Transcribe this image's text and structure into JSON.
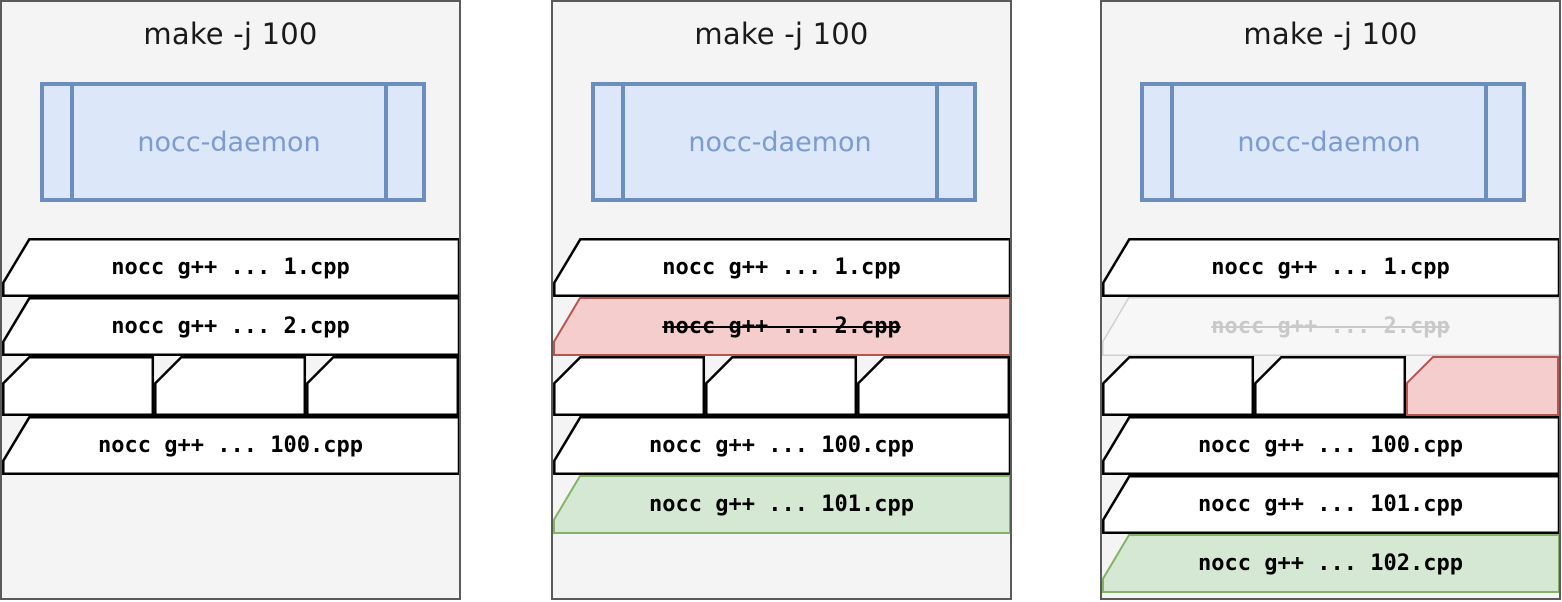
{
  "diagram": {
    "type": "sequence-of-states",
    "panel_count": 3,
    "colors": {
      "panel_bg": "#f4f4f4",
      "panel_border": "#5a5a5a",
      "daemon_fill": "#dce8f9",
      "daemon_stroke": "#6c8ebf",
      "daemon_text": "#7b9bd1",
      "row_fill": "#ffffff",
      "row_stroke": "#000000",
      "error_fill": "#f5cdcd",
      "error_stroke": "#b85450",
      "success_fill": "#d5e8d4",
      "success_stroke": "#82b366",
      "faded_fill": "#f7f7f7",
      "faded_stroke": "#cfcfcf",
      "faded_text": "#c9c9c9"
    },
    "panels": [
      {
        "title": "make -j 100",
        "daemon_label": "nocc-daemon",
        "rows": [
          {
            "label": "nocc g++ ... 1.cpp",
            "state": "normal"
          },
          {
            "label": "nocc g++ ... 2.cpp",
            "state": "normal"
          },
          {
            "label": "",
            "state": "ellipsis",
            "segments": [
              "normal",
              "normal",
              "normal"
            ]
          },
          {
            "label": "nocc g++ ... 100.cpp",
            "state": "normal"
          }
        ]
      },
      {
        "title": "make -j 100",
        "daemon_label": "nocc-daemon",
        "rows": [
          {
            "label": "nocc g++ ... 1.cpp",
            "state": "normal"
          },
          {
            "label": "nocc g++ ... 2.cpp",
            "state": "error"
          },
          {
            "label": "",
            "state": "ellipsis",
            "segments": [
              "normal",
              "normal",
              "normal"
            ]
          },
          {
            "label": "nocc g++ ... 100.cpp",
            "state": "normal"
          },
          {
            "label": "nocc g++ ... 101.cpp",
            "state": "success"
          }
        ]
      },
      {
        "title": "make -j 100",
        "daemon_label": "nocc-daemon",
        "rows": [
          {
            "label": "nocc g++ ... 1.cpp",
            "state": "normal"
          },
          {
            "label": "nocc g++ ... 2.cpp",
            "state": "faded"
          },
          {
            "label": "",
            "state": "ellipsis",
            "segments": [
              "normal",
              "normal",
              "error"
            ]
          },
          {
            "label": "nocc g++ ... 100.cpp",
            "state": "normal"
          },
          {
            "label": "nocc g++ ... 101.cpp",
            "state": "normal"
          },
          {
            "label": "nocc g++ ... 102.cpp",
            "state": "success"
          }
        ]
      }
    ]
  }
}
